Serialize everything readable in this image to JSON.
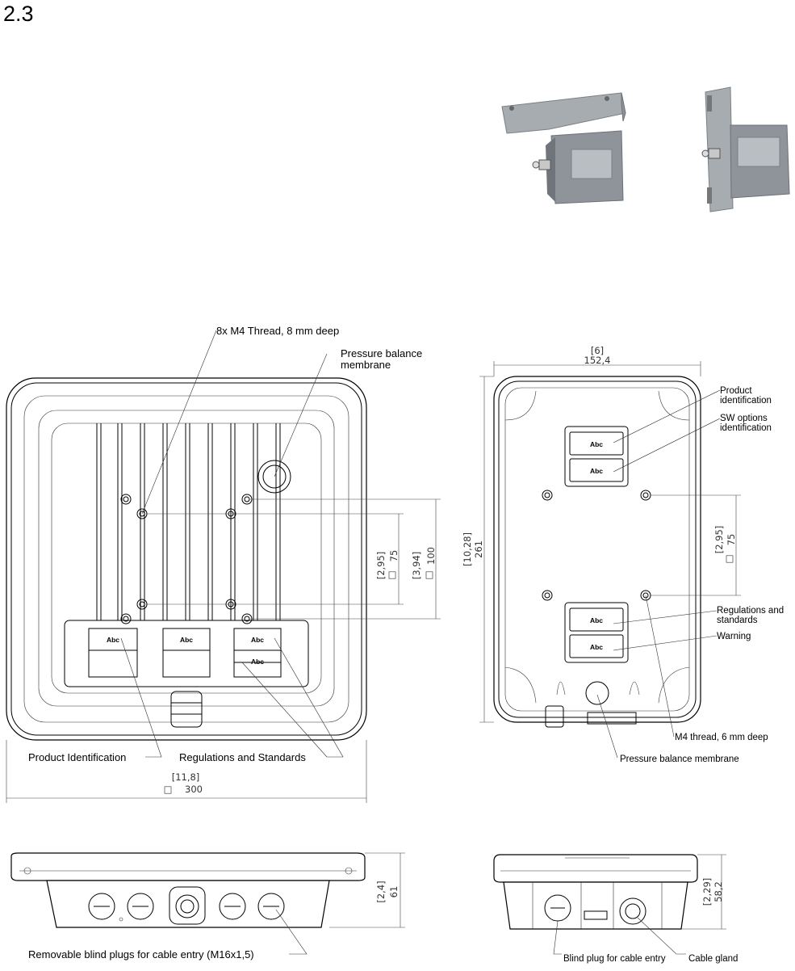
{
  "section_number": "2.3",
  "callouts": {
    "front_thread": "8x M4 Thread, 8 mm deep",
    "front_membrane_1": "Pressure balance",
    "front_membrane_2": "membrane",
    "front_product_id": "Product Identification",
    "front_regulations": "Regulations and Standards",
    "side_blind_plugs": "Removable blind plugs for cable entry (M16x1,5)",
    "back_product_id_1": "Product",
    "back_product_id_2": "identification",
    "back_sw_1": "SW options",
    "back_sw_2": "identification",
    "back_regulations_1": "Regulations and",
    "back_regulations_2": "standards",
    "back_warning": "Warning",
    "back_thread": "M4 thread, 6 mm deep",
    "back_membrane": "Pressure balance membrane",
    "bottom_blind_plug": "Blind plug for cable entry",
    "bottom_cable_gland": "Cable gland"
  },
  "dimensions": {
    "front_v1_in": "[2,95]",
    "front_v1_mm": "75",
    "front_v2_in": "[3,94]",
    "front_v2_mm": "100",
    "front_width_in": "[11,8]",
    "front_width_mm": "300",
    "side_height_in": "[2,4]",
    "side_height_mm": "61",
    "back_width_in": "[6]",
    "back_width_mm": "152,4",
    "back_height_in": "[10,28]",
    "back_height_mm": "261",
    "back_spacing_in": "[2,95]",
    "back_spacing_mm": "75",
    "bottom_height_in": "[2,29]",
    "bottom_height_mm": "58,2",
    "square_symbol": "□"
  },
  "label_plates": {
    "front": [
      "Abc",
      "Abc",
      "Abc",
      "Abc"
    ],
    "back": [
      "Abc",
      "Abc",
      "Abc",
      "Abc"
    ]
  },
  "colors": {
    "photo_grey": "#8e949a",
    "line": "#000000"
  }
}
